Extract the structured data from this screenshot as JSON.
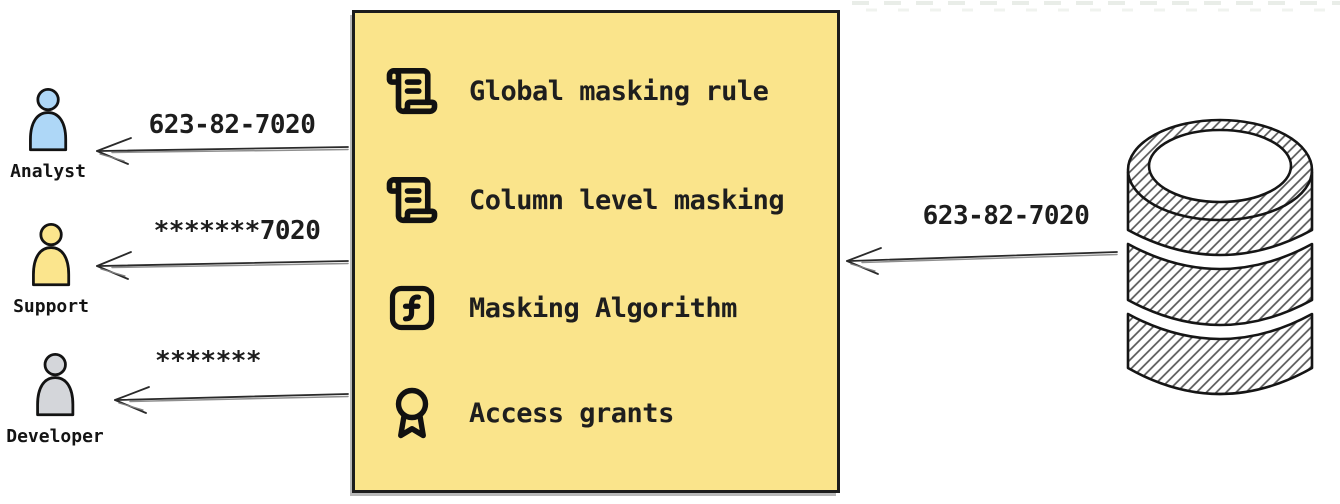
{
  "masking_box": {
    "background_color": "#FAE48B",
    "items": [
      {
        "icon": "scroll-text-icon",
        "label": "Global masking rule"
      },
      {
        "icon": "scroll-text-icon",
        "label": "Column level masking"
      },
      {
        "icon": "function-square-icon",
        "label": "Masking Algorithm"
      },
      {
        "icon": "award-icon",
        "label": "Access grants"
      }
    ]
  },
  "personas": [
    {
      "name": "Analyst",
      "masked_value": "623-82-7020",
      "color": "#AED7F7"
    },
    {
      "name": "Support",
      "masked_value": "*******7020",
      "color": "#FBE58D"
    },
    {
      "name": "Developer",
      "masked_value": "*******",
      "color": "#D4D6DA"
    }
  ],
  "database": {
    "icon": "database-icon",
    "value": "623-82-7020"
  }
}
